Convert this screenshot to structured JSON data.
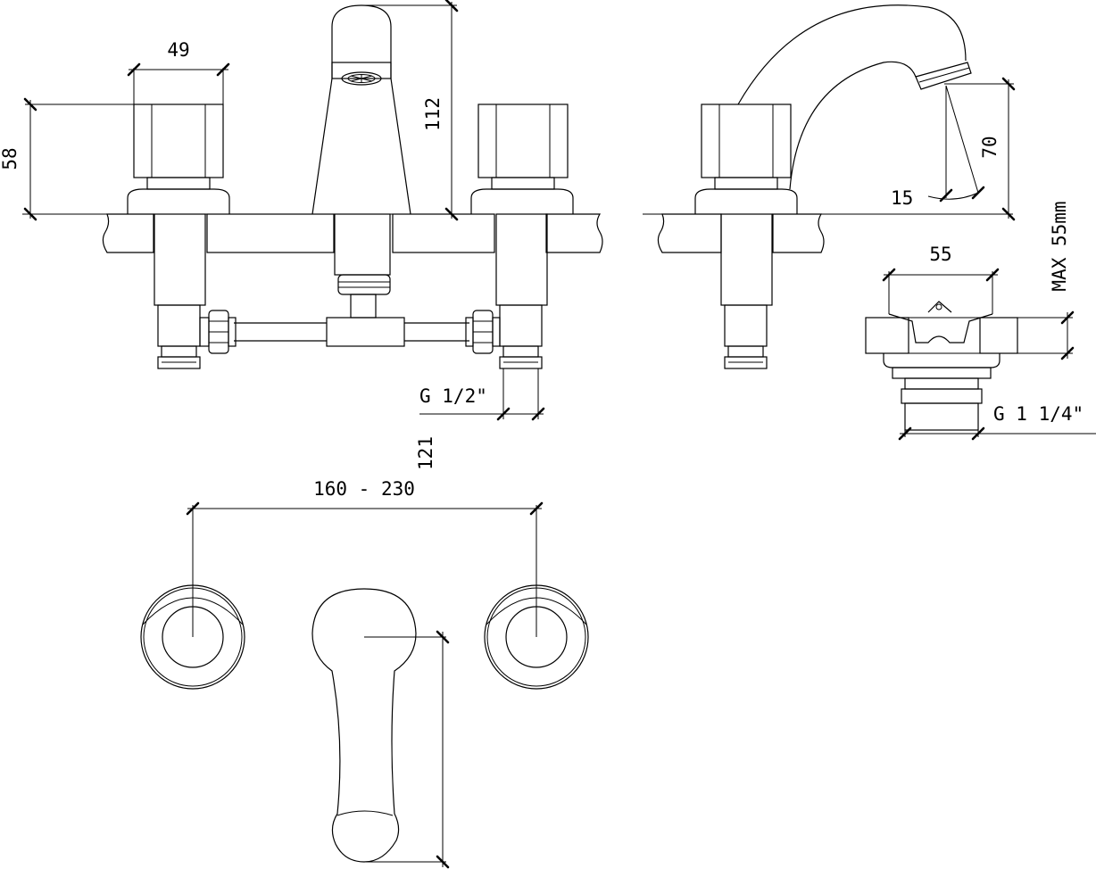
{
  "dimensions": {
    "handle_width": "49",
    "handle_height": "58",
    "spout_height": "112",
    "outlet_height": "70",
    "spout_angle": "15",
    "thread_inlet": "G 1/2\"",
    "drain_width": "55",
    "max_deck": "MAX 55mm",
    "drain_thread": "G 1 1/4\"",
    "center_distance": "160 - 230",
    "spout_reach": "121"
  },
  "colors": {
    "line": "#000000",
    "background": "#ffffff"
  }
}
